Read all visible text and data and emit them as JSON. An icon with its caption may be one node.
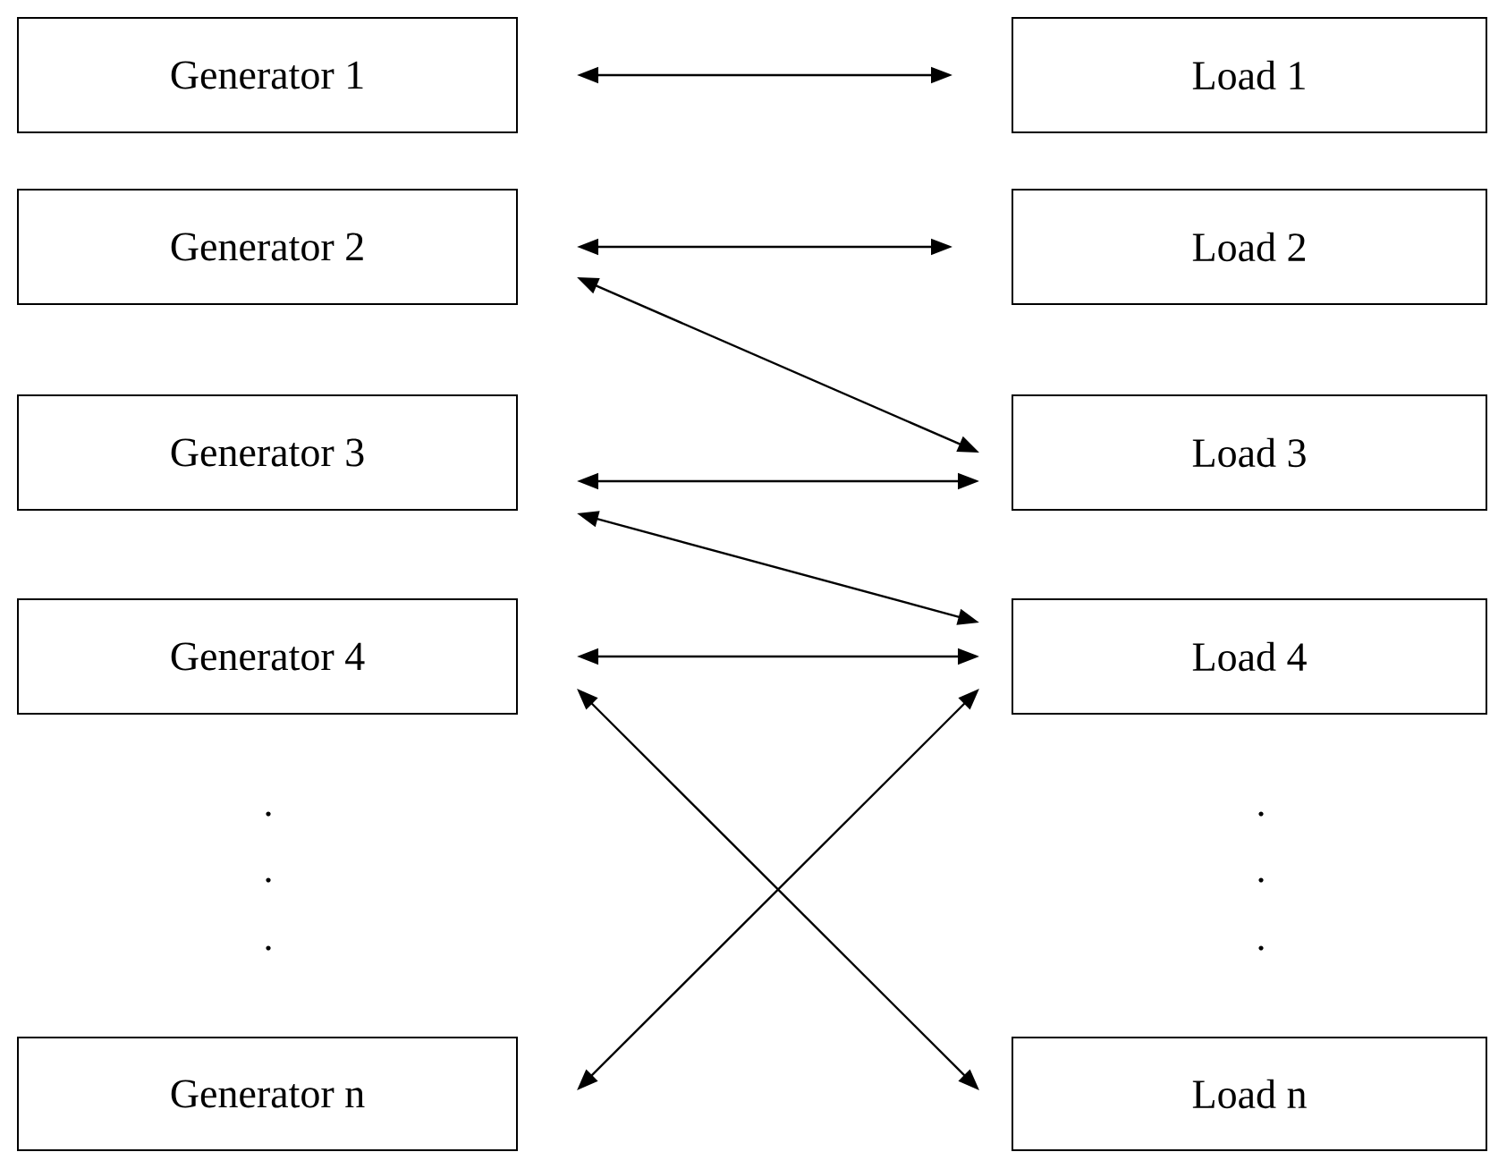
{
  "diagram": {
    "nodes": [
      {
        "text": [
          "Generator 1"
        ]
      },
      {
        "text": [
          "Load 1"
        ]
      },
      {
        "text": [
          "Generator 2"
        ]
      },
      {
        "text": [
          "Load 2"
        ]
      },
      {
        "text": [
          "Generator 3"
        ]
      },
      {
        "text": [
          "Load 3"
        ]
      },
      {
        "text": [
          "Generator 4"
        ]
      },
      {
        "text": [
          "Load 4"
        ]
      },
      {
        "text": [
          "Generator n"
        ]
      },
      {
        "text": [
          "Load n"
        ]
      }
    ],
    "edges": [
      {
        "from": 0,
        "to": 1,
        "arrow": "both"
      },
      {
        "from": 2,
        "to": 3,
        "arrow": "both"
      },
      {
        "from": 2,
        "to": 5,
        "arrow": "both"
      },
      {
        "from": 4,
        "to": 5,
        "arrow": "both"
      },
      {
        "from": 4,
        "to": 7,
        "arrow": "both"
      },
      {
        "from": 6,
        "to": 7,
        "arrow": "both"
      },
      {
        "from": 6,
        "to": 9,
        "arrow": "both"
      },
      {
        "from": 8,
        "to": 7,
        "arrow": "both"
      }
    ]
  }
}
